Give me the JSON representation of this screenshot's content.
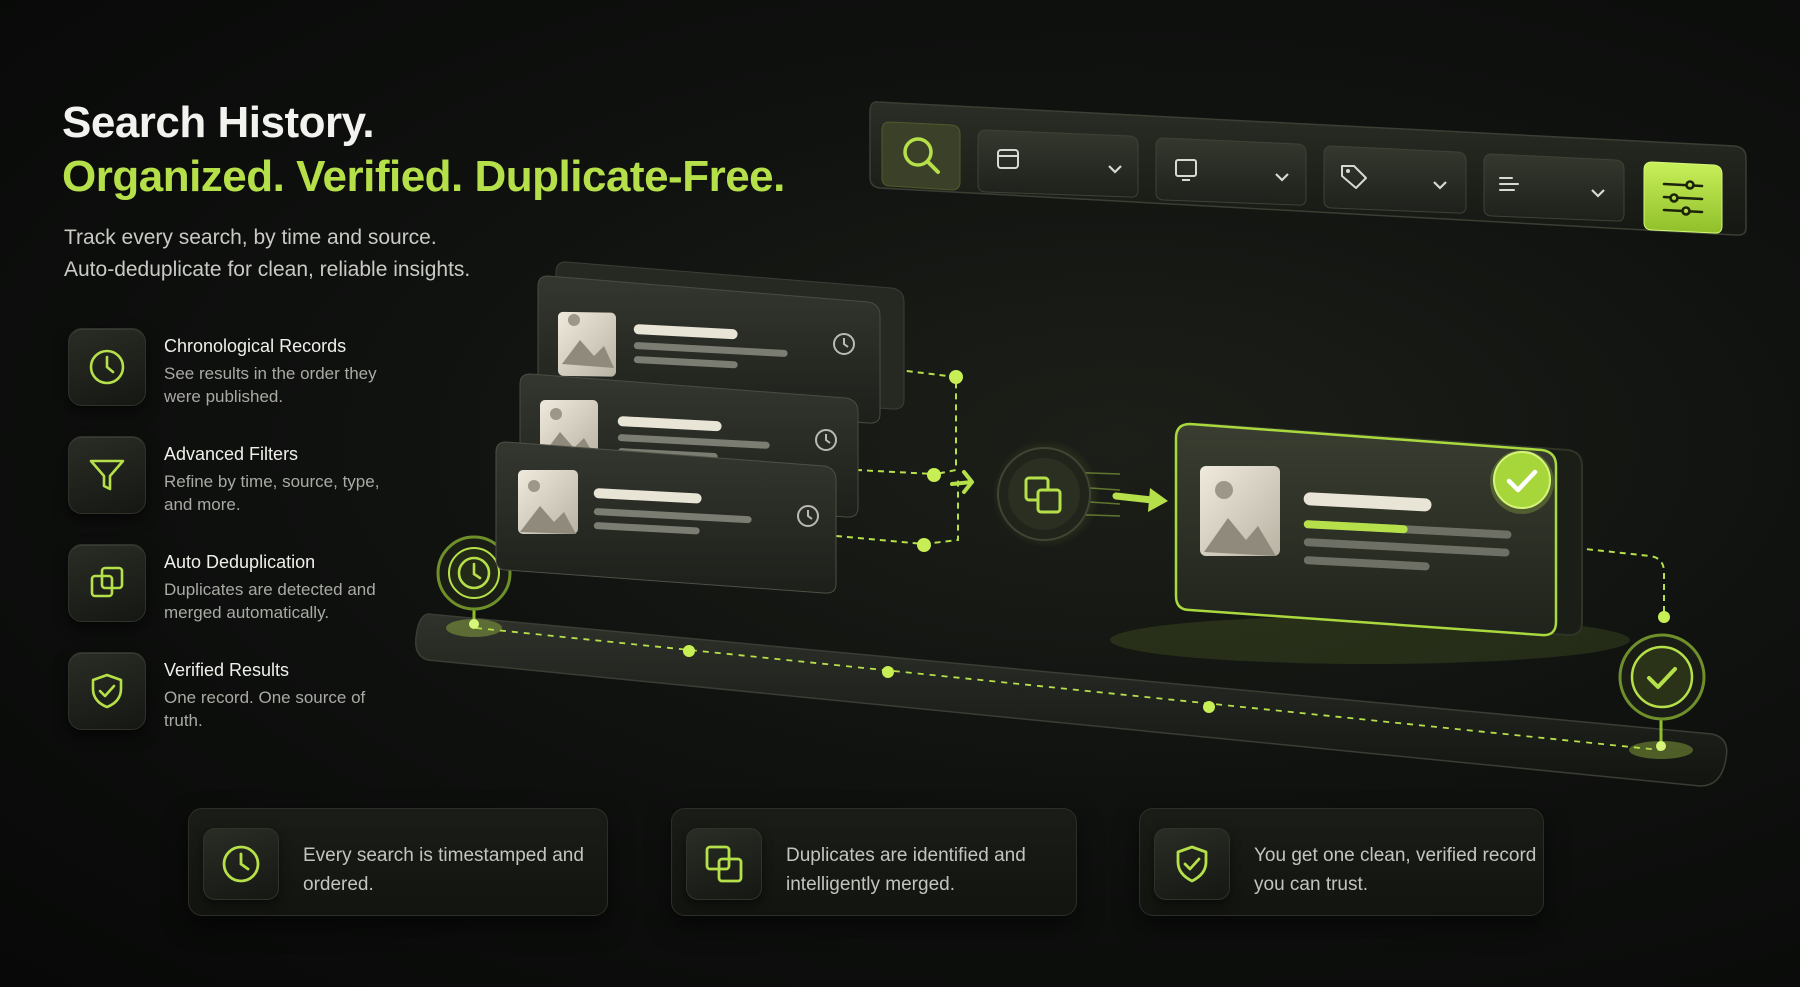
{
  "hero": {
    "title_line1": "Search History.",
    "title_line2": "Organized. Verified. Duplicate-Free.",
    "subtitle_line1": "Track every search, by time and source.",
    "subtitle_line2": "Auto-deduplicate for clean, reliable insights."
  },
  "features": [
    {
      "title": "Chronological Records",
      "desc": "See results in the order they were published.",
      "icon": "clock-icon"
    },
    {
      "title": "Advanced Filters",
      "desc": "Refine by time, source, type, and more.",
      "icon": "filter-icon"
    },
    {
      "title": "Auto Deduplication",
      "desc": "Duplicates are detected and merged automatically.",
      "icon": "duplicate-icon"
    },
    {
      "title": "Verified Results",
      "desc": "One record. One source of truth.",
      "icon": "shield-check-icon"
    }
  ],
  "toolbar": {
    "buttons": [
      "search-icon",
      "calendar-icon",
      "monitor-icon",
      "tag-icon",
      "list-icon",
      "sliders-icon"
    ]
  },
  "bottom_cards": [
    {
      "text": "Every search is timestamped and ordered.",
      "icon": "clock-icon"
    },
    {
      "text": "Duplicates are identified and intelligently merged.",
      "icon": "duplicate-icon"
    },
    {
      "text": "You get one clean, verified record you can trust.",
      "icon": "shield-check-icon"
    }
  ],
  "colors": {
    "accent": "#b6e04a",
    "background": "#0b0c0b",
    "card": "#1a1c17"
  }
}
